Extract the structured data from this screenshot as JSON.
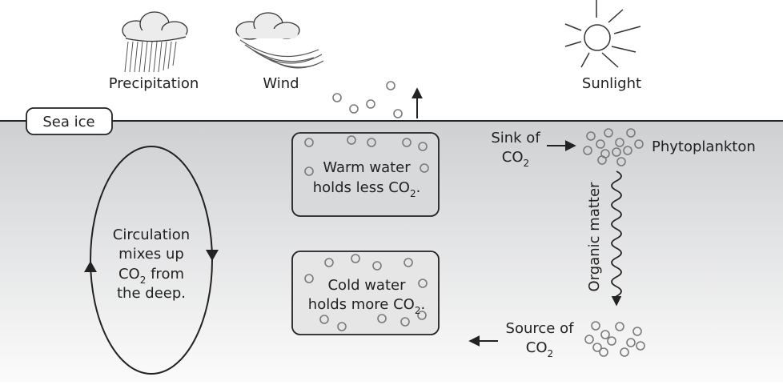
{
  "labels": {
    "precipitation": "Precipitation",
    "wind": "Wind",
    "sunlight": "Sunlight",
    "sea_ice": "Sea ice",
    "phytoplankton": "Phytoplankton",
    "organic_matter": "Organic matter"
  },
  "warm_box": {
    "line1": "Warm water",
    "line2_prefix": "holds less CO",
    "line2_sub": "2",
    "line2_suffix": "."
  },
  "cold_box": {
    "line1": "Cold water",
    "line2_prefix": "holds more CO",
    "line2_sub": "2",
    "line2_suffix": "."
  },
  "circulation": {
    "line1": "Circulation",
    "line2": "mixes up",
    "line3_prefix": "CO",
    "line3_sub": "2",
    "line3_suffix": " from",
    "line4": "the deep."
  },
  "sink": {
    "line1": "Sink of",
    "line2_prefix": "CO",
    "line2_sub": "2"
  },
  "source": {
    "line1": "Source of",
    "line2_prefix": "CO",
    "line2_sub": "2"
  },
  "colors": {
    "ocean_top": "#cfd0d2",
    "ocean_bottom": "#fbfbfb",
    "line": "#222222",
    "bubble": "#7a7a7a"
  }
}
